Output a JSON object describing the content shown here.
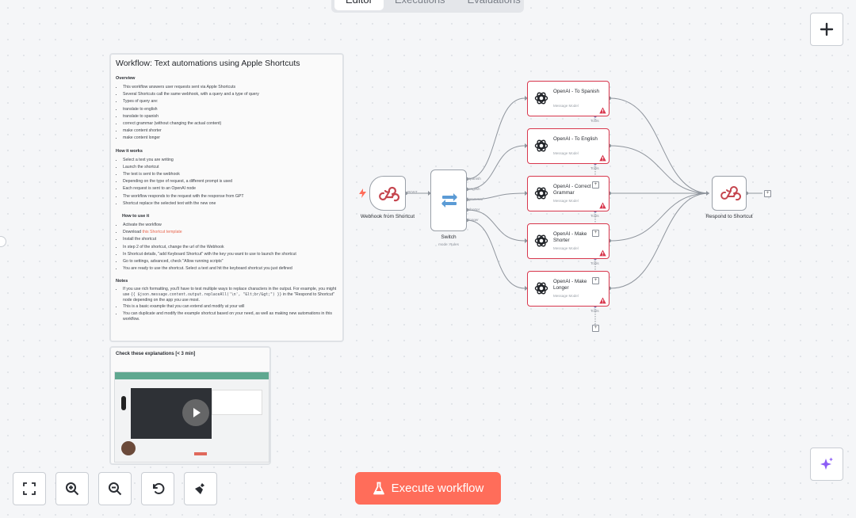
{
  "tabs": [
    "Editor",
    "Executions",
    "Evaluations"
  ],
  "note_main": {
    "title": "Workflow: Text automations using Apple Shortcuts",
    "overview_heading": "Overview",
    "overview": [
      "This workflow answers user requests sent via Apple Shortcuts",
      "Several Shortcuts call the same webhook, with a query and a type of query",
      "Types of query are:",
      "translate to english",
      "translate to spanish",
      "correct grammar (without changing the actual content)",
      "make content shorter",
      "make content longer"
    ],
    "how_heading": "How it works",
    "how": [
      "Select a text you are writing",
      "Launch the shortcut",
      "The text is sent to the webhook",
      "Depending on the type of request, a different prompt is used",
      "Each request is sent to an OpenAI node",
      "The workflow responds to the request with the response from GPT",
      "Shortcut replace the selected text with the new one"
    ],
    "use_heading": "How to use it",
    "use_1": "Activate the workflow",
    "use_2_pre": "Download ",
    "use_2_link": "this Shortcut template",
    "use_rest": [
      "Install the shortcut",
      "In step 2 of the shortcut, change the url of the Webhook",
      "In Shortcut details, \"add Keyboard Shortcut\" with the key you want to use to launch the shortcut",
      "Go to settings, advanced, check \"Allow running scripts\"",
      "You are ready to use the shortcut. Select a text and hit the keyboard shortcut you just defined"
    ],
    "notes_heading": "Notes",
    "notes_1a": "If you use rich formatting, you'll have to test multiple ways to replace characters in the output. For example, you might use ",
    "notes_1code": "{{ $json.message.content.output.replaceAll('\\n', \"&lt;br/&gt;\") }}",
    "notes_1b": " in the \"Respond to Shortcut\" node depending on the app you use most.",
    "notes_rest": [
      "This is a basic example that you can extend and modify at your will",
      "You can duplicate and modify the example shortcut based on your need, as well as making new automations in this workflow."
    ]
  },
  "note_video": {
    "title": "Check these explanations [< 3 min]"
  },
  "nodes": {
    "webhook": {
      "label": "Webhook from Shortcut",
      "out": "POST"
    },
    "switch": {
      "label": "Switch",
      "sub": "mode: Rules",
      "outputs": [
        "spanish",
        "english",
        "grammar",
        "shorter",
        "longer"
      ]
    },
    "openai": [
      {
        "title": "OpenAI - To Spanish",
        "sub": "Message Model"
      },
      {
        "title": "OpenAI - To English",
        "sub": "Message Model"
      },
      {
        "title": "OpenAI - Correct Grammar",
        "sub": "Message Model"
      },
      {
        "title": "OpenAI - Make Shorter",
        "sub": "Message Model"
      },
      {
        "title": "OpenAI - Make Longer",
        "sub": "Message Model"
      }
    ],
    "tools_label": "Tools",
    "respond": {
      "label": "Respond to Shortcut"
    }
  },
  "execute_label": "Execute workflow",
  "colors": {
    "accent": "#ff6d5a",
    "warn": "#d8374d",
    "switch": "#5b9bd5",
    "webhook": "#c5464f"
  }
}
